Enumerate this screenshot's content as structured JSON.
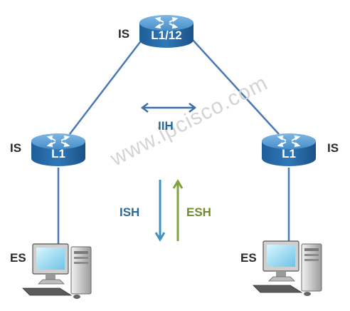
{
  "watermark": "www.ipcisco.com",
  "routers": {
    "top": {
      "role": "IS",
      "label": "L1/12"
    },
    "left": {
      "role": "IS",
      "label": "L1"
    },
    "right": {
      "role": "IS",
      "label": "L1"
    }
  },
  "end_systems": {
    "left": {
      "role": "ES"
    },
    "right": {
      "role": "ES"
    }
  },
  "messages": {
    "iih": "IIH",
    "ish": "ISH",
    "esh": "ESH"
  },
  "colors": {
    "link": "#4a78b4",
    "router_body": "#2a6da8",
    "router_top": "#5fa3d9",
    "iih_arrow": "#3e6fa8",
    "ish_arrow": "#3f93be",
    "esh_arrow": "#7ea23e"
  }
}
